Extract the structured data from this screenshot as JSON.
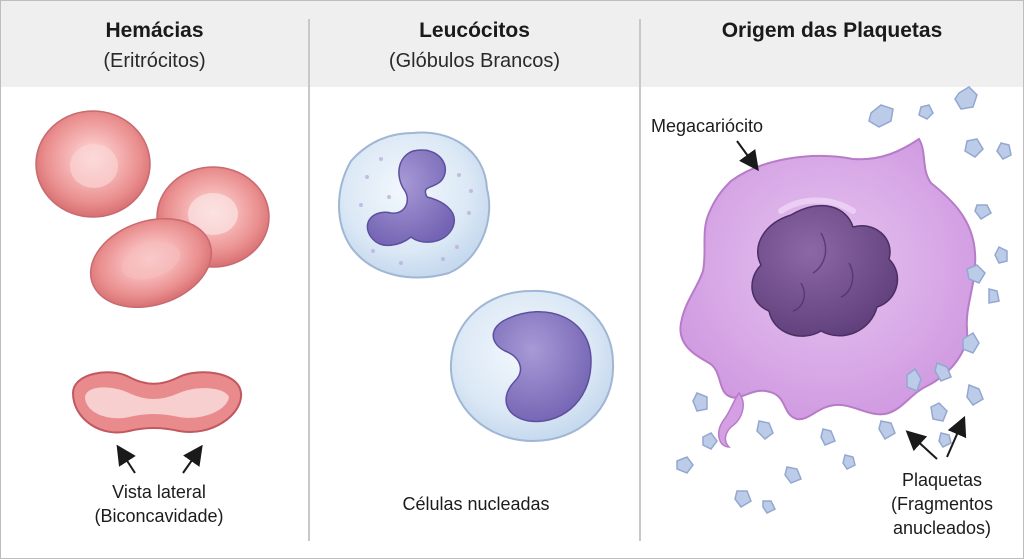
{
  "panels": [
    {
      "title": "Hemácias",
      "subtitle": "(Eritrócitos)"
    },
    {
      "title": "Leucócitos",
      "subtitle": "(Glóbulos Brancos)"
    },
    {
      "title": "Origem das Plaquetas",
      "subtitle": ""
    }
  ],
  "labels": {
    "rbc_side_line1": "Vista lateral",
    "rbc_side_line2": "(Biconcavidade)",
    "wbc_caption": "Células nucleadas",
    "megakaryocyte": "Megacariócito",
    "platelets_line1": "Plaquetas",
    "platelets_line2": "(Fragmentos",
    "platelets_line3": "anucleados)"
  },
  "colors": {
    "rbc_fill": "#e78c8c",
    "rbc_center": "#fbd9d9",
    "wbc_membrane": "#dde9f5",
    "wbc_nucleus": "#8a7cc4",
    "megakaryocyte": "#d6a6e6",
    "megakaryocyte_nucleus": "#74508e",
    "platelet": "#b9c9e6"
  }
}
